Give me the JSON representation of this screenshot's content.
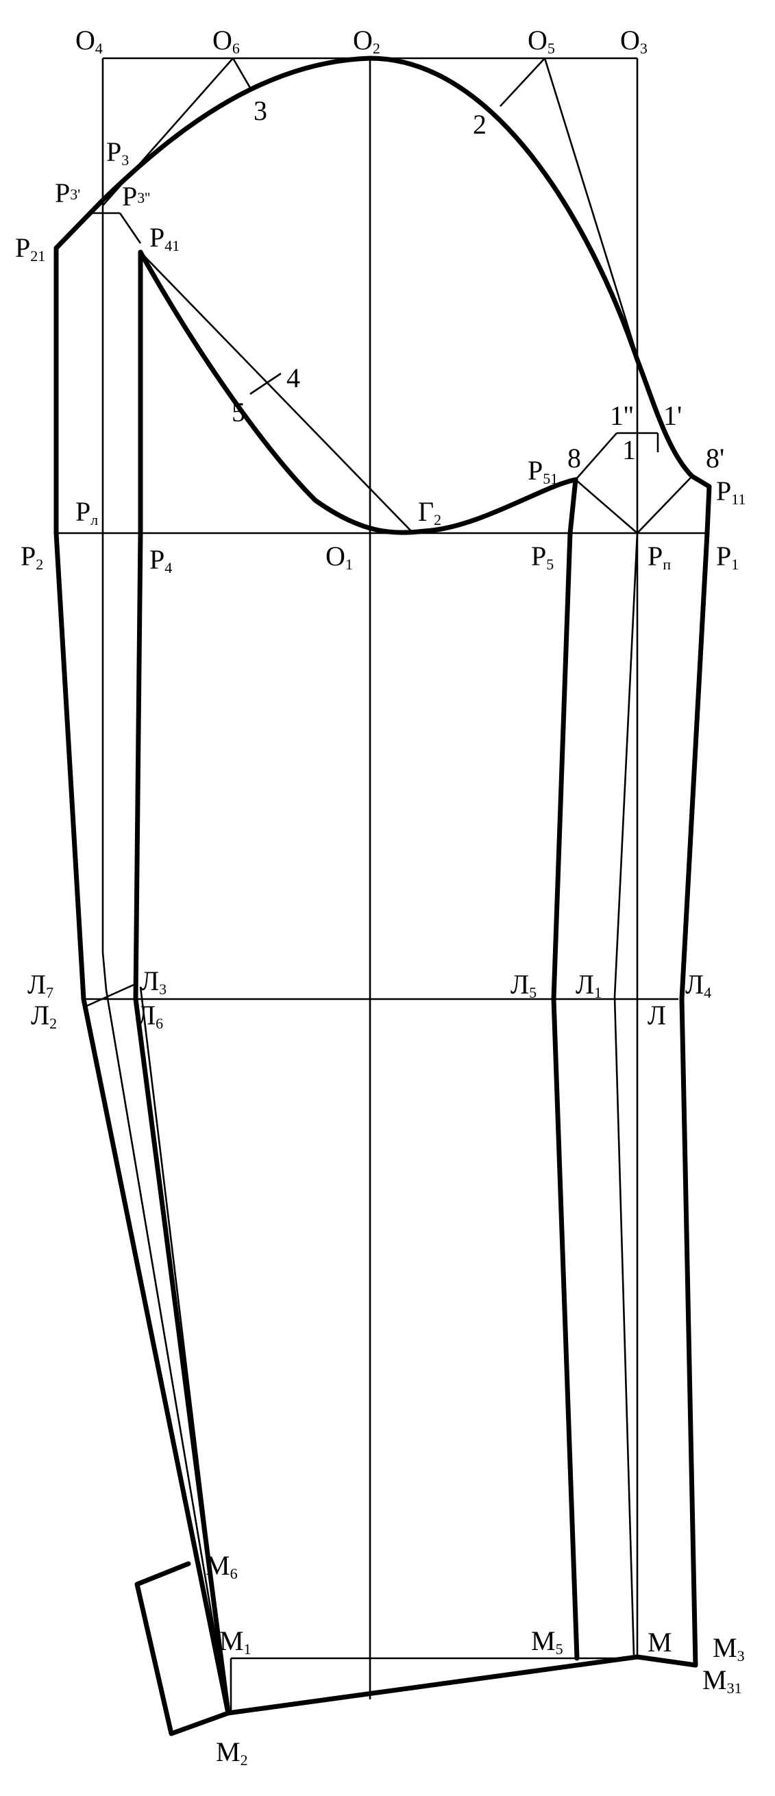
{
  "labels": {
    "O4": {
      "main": "O",
      "sub": "4"
    },
    "O6": {
      "main": "O",
      "sub": "6"
    },
    "O2": {
      "main": "O",
      "sub": "2"
    },
    "O5": {
      "main": "O",
      "sub": "5"
    },
    "O3": {
      "main": "O",
      "sub": "3"
    },
    "n3": {
      "main": "3"
    },
    "n2": {
      "main": "2"
    },
    "P3": {
      "main": "P",
      "sub": "3"
    },
    "P3p": {
      "main": "P",
      "sub": "3'"
    },
    "P3pp": {
      "main": "P",
      "sub": "3''"
    },
    "P21": {
      "main": "P",
      "sub": "21"
    },
    "P41": {
      "main": "P",
      "sub": "41"
    },
    "n4": {
      "main": "4"
    },
    "n5": {
      "main": "5"
    },
    "n1pp": {
      "main": "1''"
    },
    "n1p": {
      "main": "1'"
    },
    "n1": {
      "main": "1"
    },
    "n8": {
      "main": "8"
    },
    "n8p": {
      "main": "8'"
    },
    "P51": {
      "main": "P",
      "sub": "51"
    },
    "P11": {
      "main": "P",
      "sub": "11"
    },
    "G2": {
      "main": "Г",
      "sub": "2"
    },
    "Pl": {
      "main": "P",
      "sub": "л"
    },
    "P2": {
      "main": "P",
      "sub": "2"
    },
    "P4": {
      "main": "P",
      "sub": "4"
    },
    "O1": {
      "main": "O",
      "sub": "1"
    },
    "P5": {
      "main": "P",
      "sub": "5"
    },
    "Pp": {
      "main": "P",
      "sub": "п"
    },
    "P1": {
      "main": "P",
      "sub": "1"
    },
    "L7": {
      "main": "Л",
      "sub": "7"
    },
    "L3": {
      "main": "Л",
      "sub": "3"
    },
    "L2": {
      "main": "Л",
      "sub": "2"
    },
    "L6": {
      "main": "Л",
      "sub": "6"
    },
    "L5": {
      "main": "Л",
      "sub": "5"
    },
    "L1": {
      "main": "Л",
      "sub": "1"
    },
    "L4": {
      "main": "Л",
      "sub": "4"
    },
    "L": {
      "main": "Л"
    },
    "M6": {
      "main": "M",
      "sub": "6"
    },
    "M1": {
      "main": "M",
      "sub": "1"
    },
    "M5": {
      "main": "M",
      "sub": "5"
    },
    "M": {
      "main": "M"
    },
    "M3": {
      "main": "M",
      "sub": "3"
    },
    "M31": {
      "main": "M",
      "sub": "31"
    },
    "M2": {
      "main": "M",
      "sub": "2"
    }
  }
}
